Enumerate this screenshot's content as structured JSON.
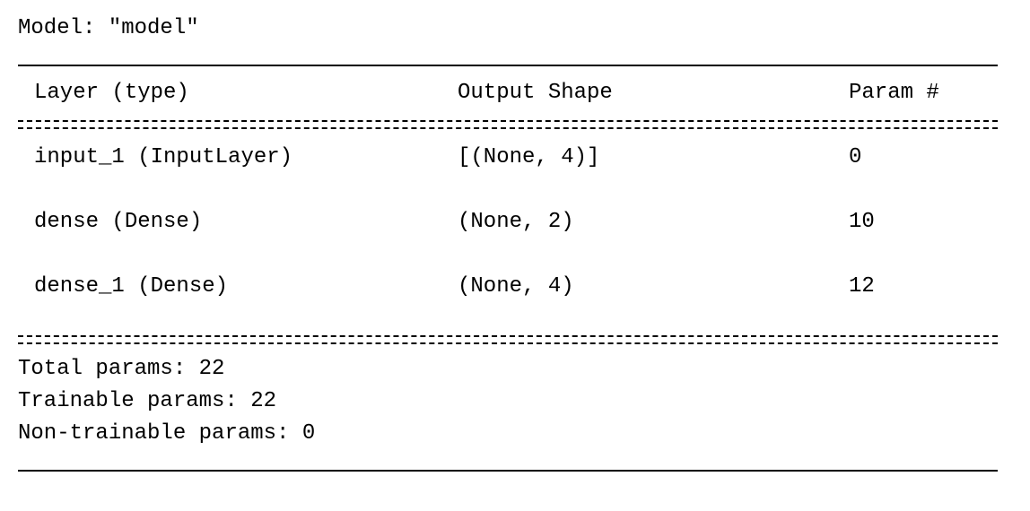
{
  "model_title": "Model: \"model\"",
  "table": {
    "headers": {
      "layer": "Layer (type)",
      "output_shape": "Output Shape",
      "param": "Param #"
    },
    "rows": [
      {
        "layer": "input_1 (InputLayer)",
        "output_shape": "[(None, 4)]",
        "param": "0"
      },
      {
        "layer": "dense (Dense)",
        "output_shape": "(None, 2)",
        "param": "10"
      },
      {
        "layer": "dense_1 (Dense)",
        "output_shape": "(None, 4)",
        "param": "12"
      }
    ]
  },
  "totals": {
    "total": "Total params: 22",
    "trainable": "Trainable params: 22",
    "non_trainable": "Non-trainable params: 0"
  }
}
